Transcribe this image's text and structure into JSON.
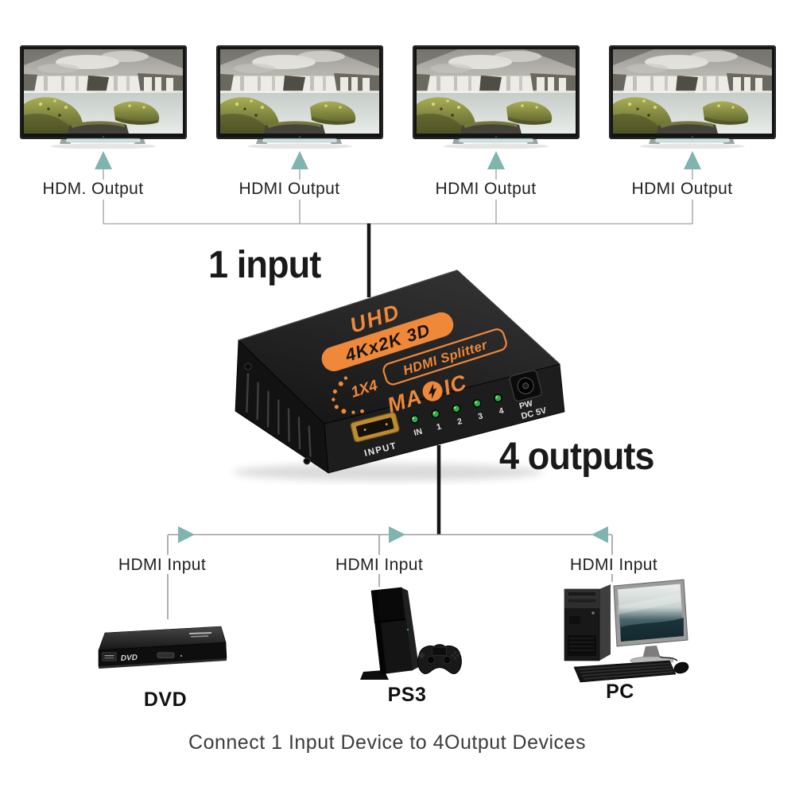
{
  "colors": {
    "arrow_teal": "#7fb4af",
    "wire_gray": "#b0b0b0",
    "wire_dark": "#151515",
    "splitter_orange": "#f0883a"
  },
  "top_outputs": {
    "labels": [
      "HDM. Output",
      "HDMI Output",
      "HDMI Output",
      "HDMI Output"
    ]
  },
  "annotations": {
    "input_count": "1 input",
    "output_count": "4 outputs"
  },
  "splitter": {
    "line1": "UHD",
    "line2": "4Kx2K 3D",
    "line3_prefix": "1X4",
    "line3_boxed": "HDMI Splitter",
    "brand_left": "MA",
    "brand_right": "IC",
    "input_port_label": "INPUT",
    "led_labels": [
      "IN",
      "1",
      "2",
      "3",
      "4",
      "PW"
    ],
    "power_label": "DC 5V"
  },
  "bottom_inputs": {
    "labels": [
      "HDMI Input",
      "HDMI Input",
      "HDMI Input"
    ],
    "devices": [
      "DVD",
      "PS3",
      "PC"
    ],
    "dvd_logo": "DVD"
  },
  "caption": "Connect 1 Input Device to 4Output Devices"
}
